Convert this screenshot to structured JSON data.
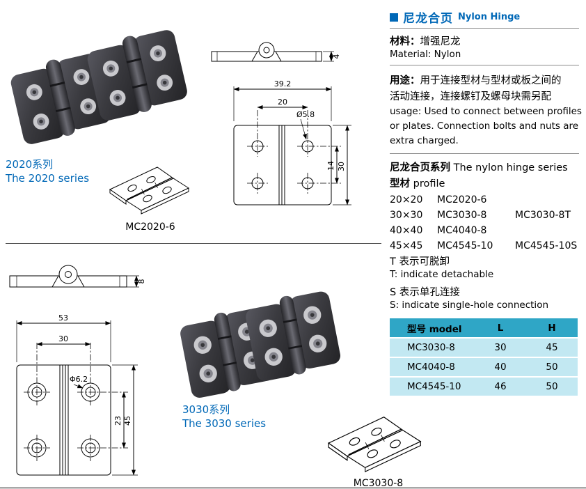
{
  "header": {
    "title_zh": "尼龙合页",
    "title_en": "Nylon Hinge"
  },
  "colors": {
    "accent_blue": "#0068b7",
    "table_header_bg": "#2fa6c6",
    "table_row_bg": "#c2e8f2"
  },
  "info": {
    "material_label": "材料：",
    "material_value": "增强尼龙",
    "material_en": "Material: Nylon",
    "usage_label": "用途：",
    "usage_zh1": "用于连接型材与型材或板之间的",
    "usage_zh2": "活动连接，连接螺钉及螺母块需另配",
    "usage_en1": "usage: Used to connect between profiles",
    "usage_en2": "or plates. Connection bolts and nuts are",
    "usage_en3": "extra charged.",
    "series_zh": "尼龙合页系列",
    "series_en": "The nylon hinge series",
    "profile_zh": "型材",
    "profile_en": "profile",
    "profiles": [
      {
        "size": "20×20",
        "model": "MC2020-6",
        "model2": ""
      },
      {
        "size": "30×30",
        "model": "MC3030-8",
        "model2": "MC3030-8T"
      },
      {
        "size": "40×40",
        "model": "MC4040-8",
        "model2": ""
      },
      {
        "size": "45×45",
        "model": "MC4545-10",
        "model2": "MC4545-10S"
      }
    ],
    "note_t_zh": "T 表示可脱卸",
    "note_t_en": "T: indicate detachable",
    "note_s_zh": "S 表示单孔连接",
    "note_s_en": "S: indicate single-hole connection"
  },
  "table": {
    "headers": [
      "型号 model",
      "L",
      "H"
    ],
    "rows": [
      [
        "MC3030-8",
        "30",
        "45"
      ],
      [
        "MC4040-8",
        "40",
        "50"
      ],
      [
        "MC4545-10",
        "46",
        "50"
      ]
    ]
  },
  "left": {
    "series2020_zh": "2020系列",
    "series2020_en": "The 2020 series",
    "label2020": "MC2020-6",
    "series3030_zh": "3030系列",
    "series3030_en": "The 3030 series",
    "label3030": "MC3030-8"
  },
  "drawings": {
    "top2020": {
      "thickness": "4"
    },
    "front2020": {
      "overall_w": "39.2",
      "pitch_w": "20",
      "hole": "Ø5.8",
      "pitch_h": "14",
      "overall_h": "30"
    },
    "top3030": {
      "thickness": "8"
    },
    "front3030": {
      "overall_w": "53",
      "pitch_w": "30",
      "hole": "Φ6.2",
      "pitch_h": "23",
      "overall_h": "45"
    }
  }
}
